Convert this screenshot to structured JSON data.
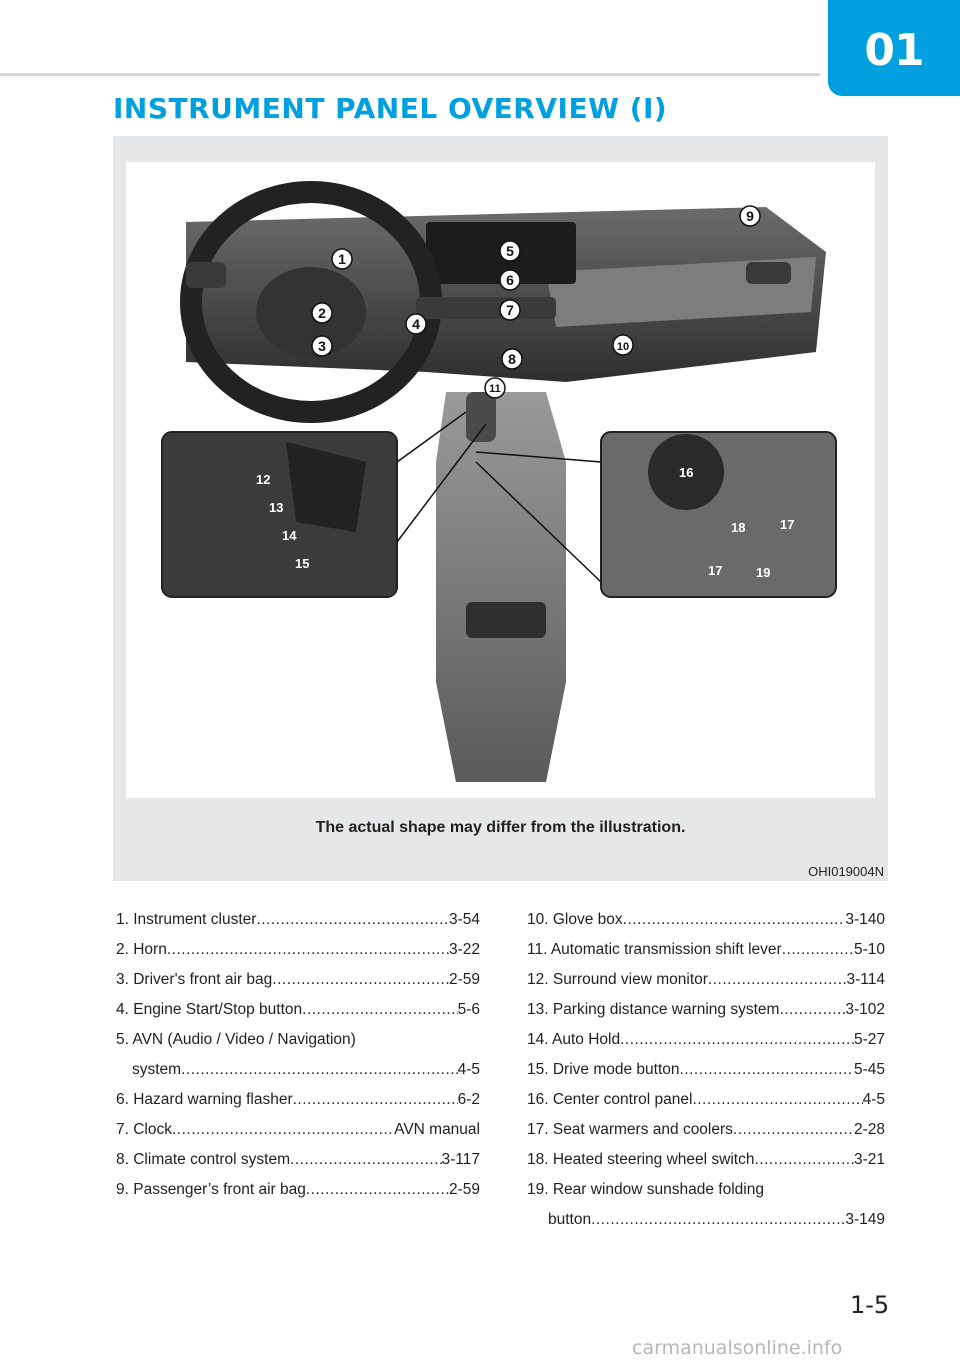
{
  "header": {
    "chapter": "01",
    "title": "INSTRUMENT PANEL OVERVIEW (I)"
  },
  "figure": {
    "caption": "The actual shape may differ from the illustration.",
    "code": "OHI019004N",
    "callouts": [
      "1",
      "2",
      "3",
      "4",
      "5",
      "6",
      "7",
      "8",
      "9",
      "10",
      "11",
      "12",
      "13",
      "14",
      "15",
      "16",
      "17",
      "18",
      "17",
      "19"
    ]
  },
  "items_left": [
    {
      "label": "1. Instrument cluster",
      "page": "3-54"
    },
    {
      "label": "2. Horn",
      "page": "3-22"
    },
    {
      "label": "3. Driver's front air bag",
      "page": "2-59"
    },
    {
      "label": "4. Engine Start/Stop button",
      "page": "5-6"
    },
    {
      "label": "5. AVN (Audio / Video / Navigation)",
      "continuation": "system",
      "page": "4-5"
    },
    {
      "label": "6. Hazard warning flasher",
      "page": "6-2"
    },
    {
      "label": "7. Clock",
      "page": "AVN manual"
    },
    {
      "label": "8. Climate control system",
      "page": "3-117"
    },
    {
      "label": "9. Passenger’s front air bag",
      "page": "2-59"
    }
  ],
  "items_right": [
    {
      "label": "10. Glove box",
      "page": "3-140"
    },
    {
      "label": "11. Automatic transmission shift lever",
      "page": "5-10"
    },
    {
      "label": "12. Surround view monitor",
      "page": "3-114"
    },
    {
      "label": "13. Parking distance warning system",
      "page": "3-102"
    },
    {
      "label": "14. Auto Hold",
      "page": "5-27"
    },
    {
      "label": "15. Drive mode button",
      "page": "5-45"
    },
    {
      "label": "16. Center control panel",
      "page": "4-5"
    },
    {
      "label": "17. Seat warmers and coolers",
      "page": "2-28"
    },
    {
      "label": "18. Heated steering wheel switch",
      "page": "3-21"
    },
    {
      "label": "19. Rear window sunshade folding",
      "continuation": "button",
      "page": "3-149"
    }
  ],
  "footer": {
    "page_number": "1-5",
    "watermark": "carmanualsonline.info"
  }
}
